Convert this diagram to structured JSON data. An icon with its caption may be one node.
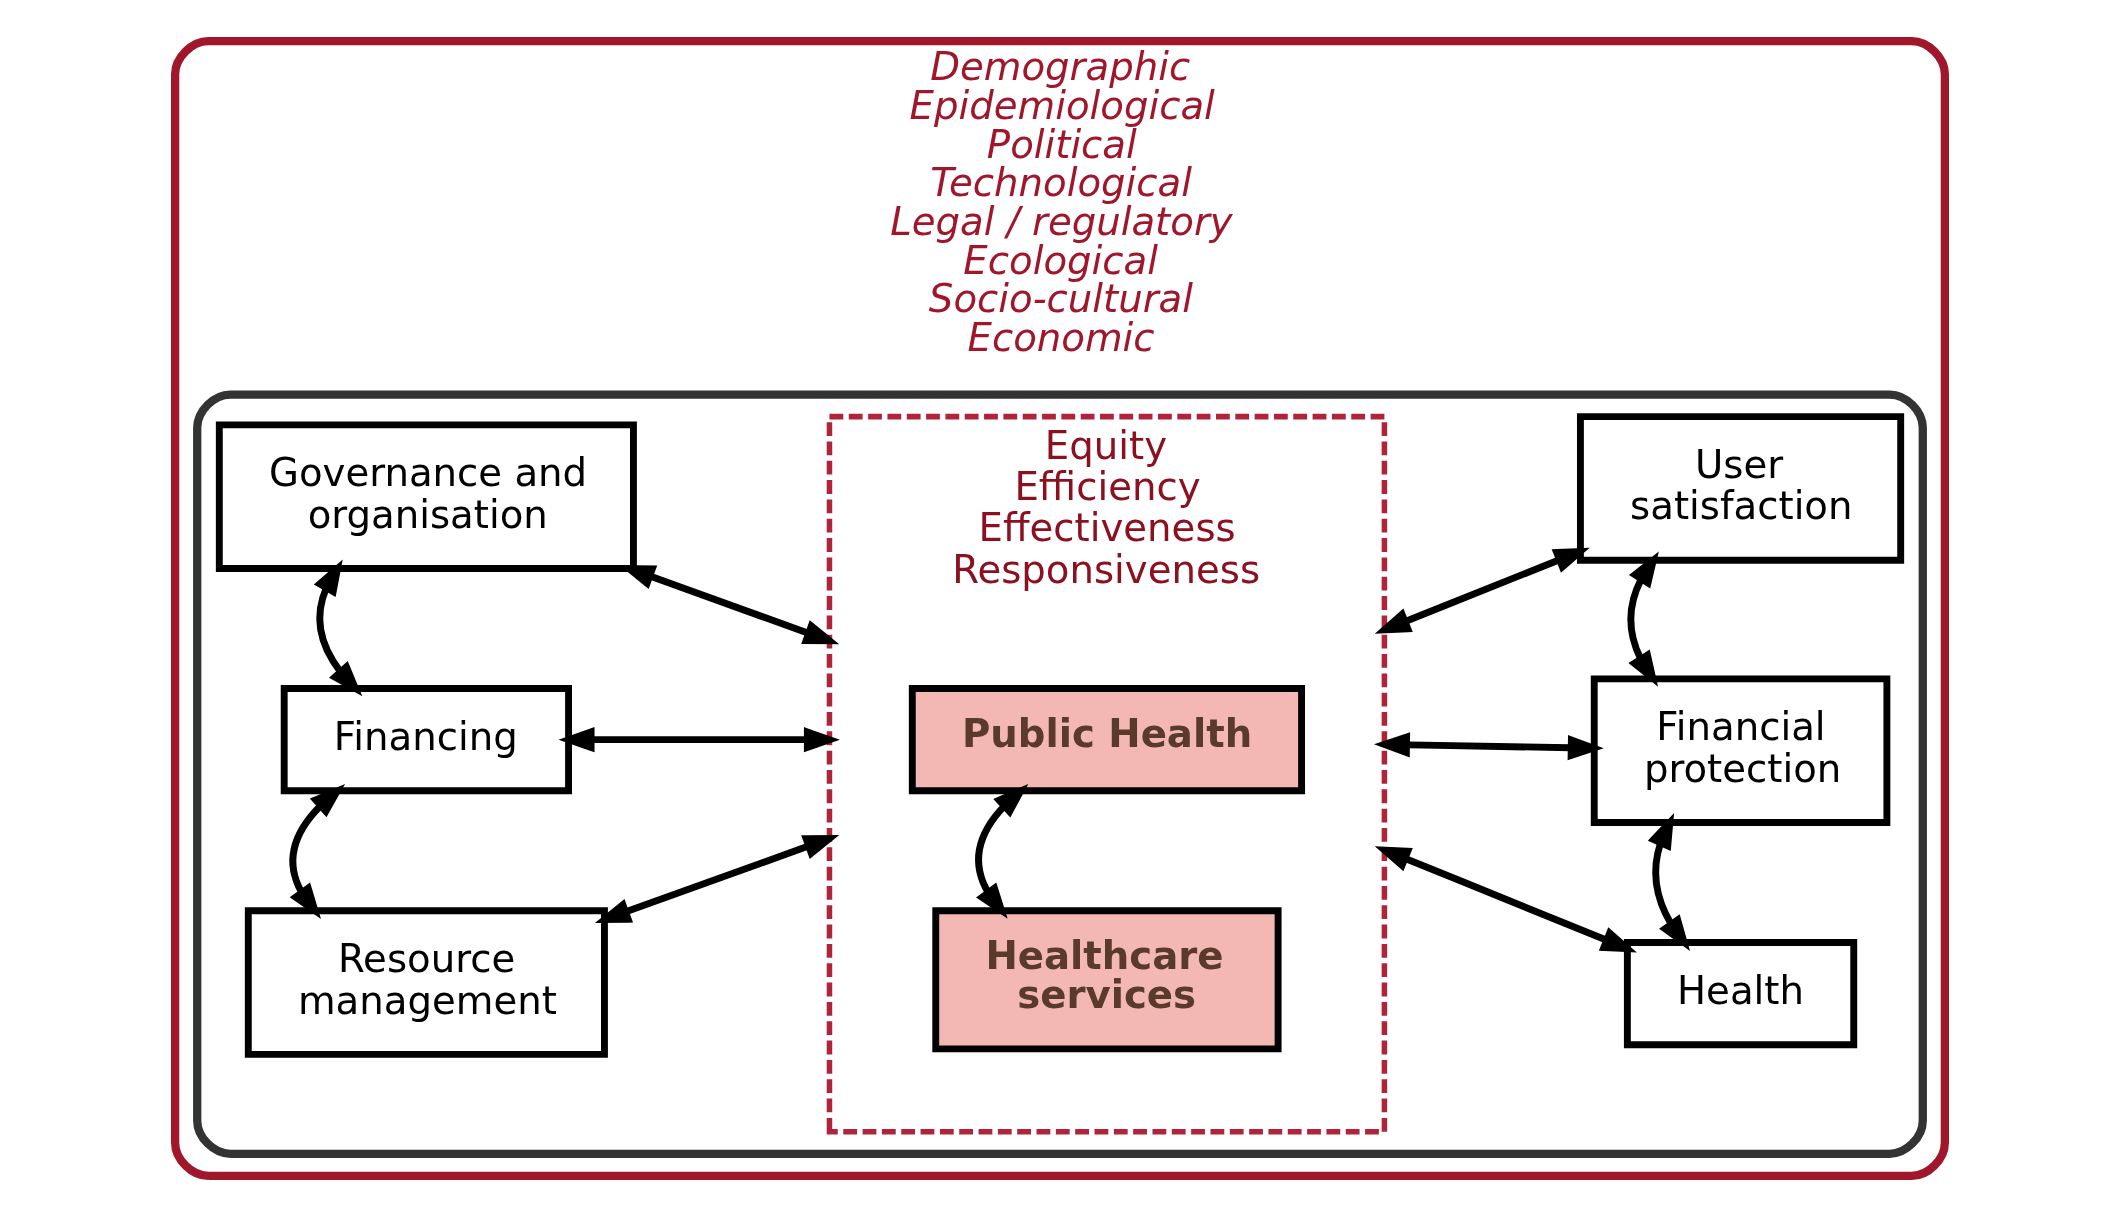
{
  "diagram": {
    "nodes": [
      {
        "text": [
          "Demographic",
          "Epidemiological",
          "Political",
          "Technological",
          "Legal / regulatory",
          "Ecological",
          "Socio-cultural",
          "Economic"
        ]
      },
      {
        "text": [],
        "shape": "box",
        "in": 0
      },
      {
        "text": [
          "Governance and organisation"
        ],
        "in": 1
      },
      {
        "text": [
          "Financing"
        ],
        "in": 1
      },
      {
        "text": [
          "Resource management"
        ],
        "in": 1
      },
      {
        "text": [
          "Equity",
          "Efficiency",
          "Effectiveness",
          "Responsiveness"
        ],
        "in": 1
      },
      {
        "text": [
          "Public Health"
        ],
        "in": 5
      },
      {
        "text": [
          "Healthcare services"
        ],
        "in": 5
      },
      {
        "text": [
          "Health"
        ],
        "in": 1
      },
      {
        "text": [
          "Financial protection"
        ],
        "in": 1
      },
      {
        "text": [
          "User satisfaction"
        ],
        "in": 1
      }
    ],
    "edges": [
      {
        "from": 2,
        "to": 3,
        "arrow": "both"
      },
      {
        "from": 3,
        "to": 4,
        "arrow": "both"
      },
      {
        "from": 2,
        "to": 5,
        "arrow": "both"
      },
      {
        "from": 3,
        "to": 5,
        "arrow": "both"
      },
      {
        "from": 4,
        "to": 5,
        "arrow": "both"
      },
      {
        "from": 6,
        "to": 7,
        "arrow": "both"
      },
      {
        "from": 5,
        "to": 8,
        "arrow": "both"
      },
      {
        "from": 5,
        "to": 9,
        "arrow": "both"
      },
      {
        "from": 5,
        "to": 10,
        "arrow": "both"
      },
      {
        "from": 8,
        "to": 9,
        "arrow": "both"
      },
      {
        "from": 9,
        "to": 10,
        "arrow": "both"
      }
    ]
  }
}
